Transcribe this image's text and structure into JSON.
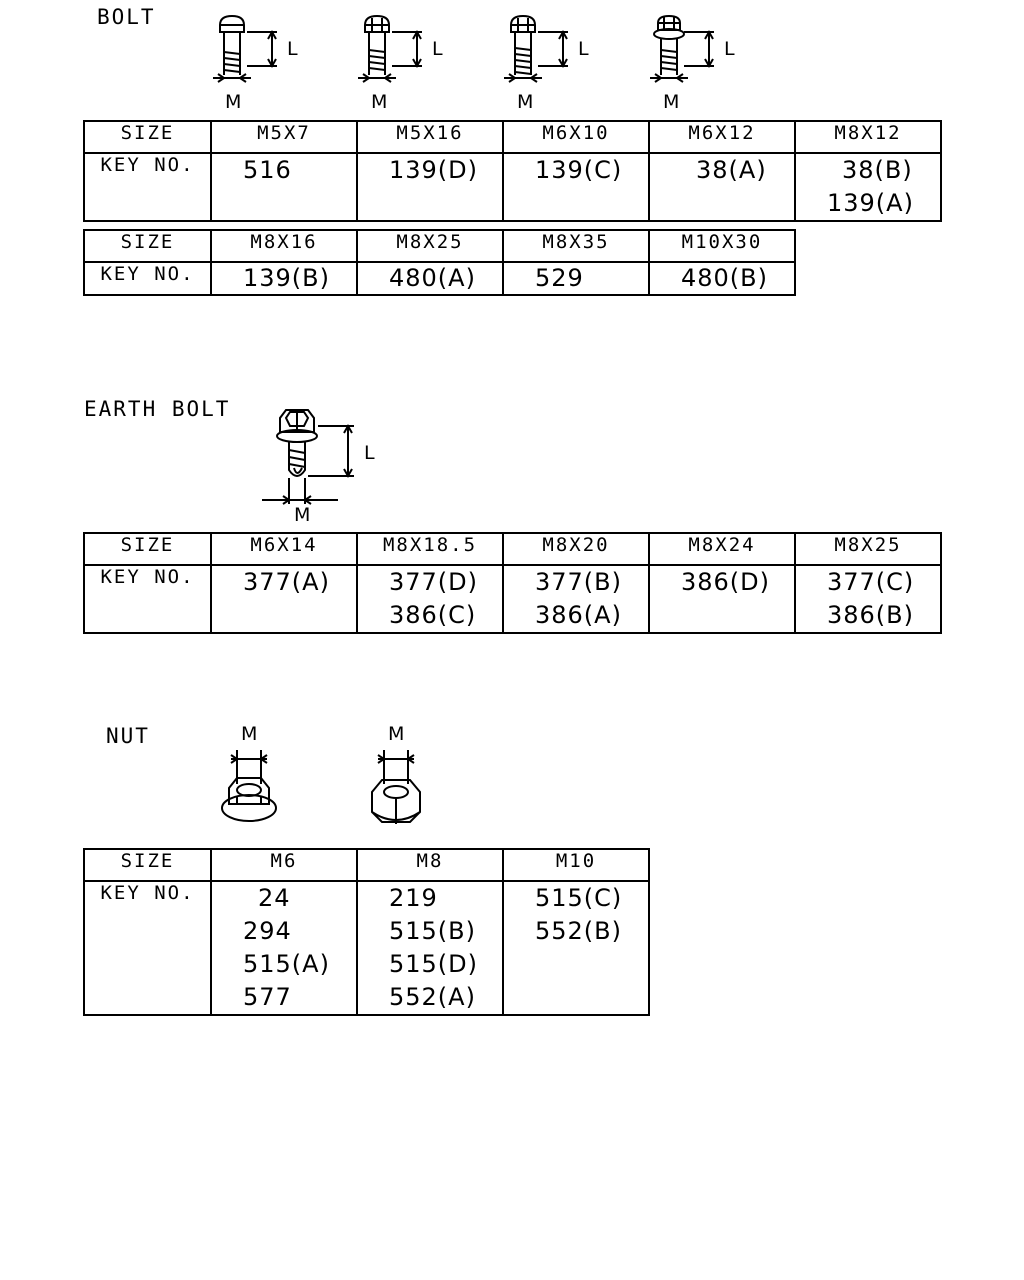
{
  "bolt": {
    "title": "BOLT",
    "dim_length": "L",
    "dim_diameter": "M",
    "table1": {
      "size_label": "SIZE",
      "key_label": "KEY NO.",
      "columns": [
        {
          "size": "M5X7",
          "keys": [
            "516"
          ]
        },
        {
          "size": "M5X16",
          "keys": [
            "139(D)"
          ]
        },
        {
          "size": "M6X10",
          "keys": [
            "139(C)"
          ]
        },
        {
          "size": "M6X12",
          "keys": [
            "38(A)"
          ]
        },
        {
          "size": "M8X12",
          "keys": [
            "38(B)",
            "139(A)"
          ]
        }
      ]
    },
    "table2": {
      "size_label": "SIZE",
      "key_label": "KEY NO.",
      "columns": [
        {
          "size": "M8X16",
          "keys": [
            "139(B)"
          ]
        },
        {
          "size": "M8X25",
          "keys": [
            "480(A)"
          ]
        },
        {
          "size": "M8X35",
          "keys": [
            "529"
          ]
        },
        {
          "size": "M10X30",
          "keys": [
            "480(B)"
          ]
        }
      ]
    }
  },
  "earth_bolt": {
    "title": "EARTH BOLT",
    "dim_length": "L",
    "dim_diameter": "M",
    "table": {
      "size_label": "SIZE",
      "key_label": "KEY NO.",
      "columns": [
        {
          "size": "M6X14",
          "keys": [
            "377(A)"
          ]
        },
        {
          "size": "M8X18.5",
          "keys": [
            "377(D)",
            "386(C)"
          ]
        },
        {
          "size": "M8X20",
          "keys": [
            "377(B)",
            "386(A)"
          ]
        },
        {
          "size": "M8X24",
          "keys": [
            "386(D)"
          ]
        },
        {
          "size": "M8X25",
          "keys": [
            "377(C)",
            "386(B)"
          ]
        }
      ]
    }
  },
  "nut": {
    "title": "NUT",
    "dim_diameter": "M",
    "table": {
      "size_label": "SIZE",
      "key_label": "KEY NO.",
      "columns": [
        {
          "size": "M6",
          "keys": [
            "24",
            "294",
            "515(A)",
            "577"
          ]
        },
        {
          "size": "M8",
          "keys": [
            "219",
            "515(B)",
            "515(D)",
            "552(A)"
          ]
        },
        {
          "size": "M10",
          "keys": [
            "515(C)",
            "552(B)"
          ]
        }
      ]
    }
  }
}
